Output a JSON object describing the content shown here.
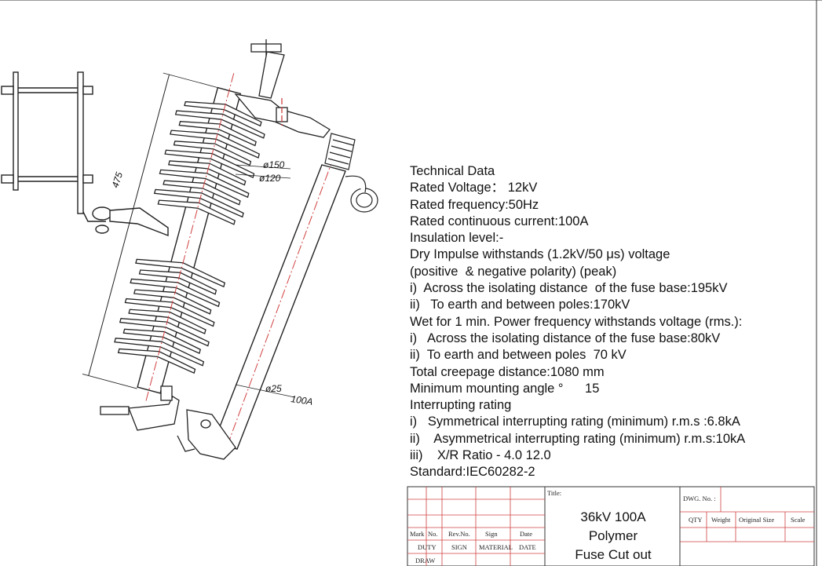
{
  "technical_data": {
    "heading": "Technical Data",
    "lines": [
      "Rated Voltage： 12kV",
      "Rated frequency:50Hz",
      "Rated continuous current:100A",
      "Insulation level:-",
      "Dry Impulse withstands (1.2kV/50 μs) voltage",
      "(positive  & negative polarity) (peak)",
      "i)  Across the isolating distance  of the fuse base:195kV",
      "ii)   To earth and between poles:170kV",
      "Wet for 1 min. Power frequency withstands voltage (rms.):",
      "i)   Across the isolating distance of the fuse base:80kV",
      "ii)  To earth and between poles  70 kV",
      "Total creepage distance:1080 mm",
      "Minimum mounting angle °      15",
      "Interrupting rating",
      "i)   Symmetrical interrupting rating (minimum) r.m.s :6.8kA",
      "ii)    Asymmetrical interrupting rating (minimum) r.m.s:10kA",
      "iii)    X/R Ratio - 4.0 12.0",
      "Standard:IEC60282-2"
    ]
  },
  "dimensions": {
    "length": "475",
    "outer_diameter": "ø150",
    "inner_diameter": "ø120",
    "tube_diameter": "ø25",
    "tube_rating": "100A"
  },
  "title_block": {
    "title_label": "Title:",
    "title_lines": [
      "36kV 100A",
      "Polymer",
      "Fuse Cut out"
    ],
    "dwg_label": "DWG. No. :",
    "columns": [
      "QTY",
      "Weight",
      "Original Size",
      "Scale"
    ],
    "rev_headers": [
      "Mark",
      "No.",
      "Rev.No.",
      "Sign",
      "Date"
    ],
    "duty_row": [
      "DUTY",
      "SIGN",
      "MATERIAL",
      "DATE"
    ],
    "draw_label": "DRAW"
  }
}
